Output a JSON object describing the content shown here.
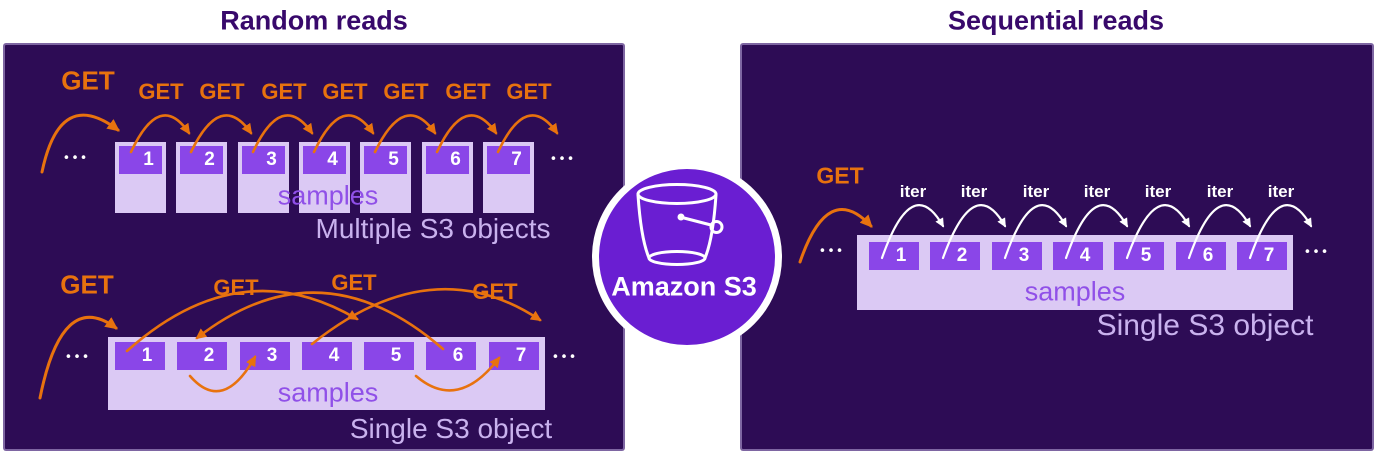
{
  "titles": {
    "left": "Random reads",
    "right": "Sequential reads"
  },
  "center": {
    "label": "Amazon S3"
  },
  "colors": {
    "panel_bg": "#2D0C55",
    "box_purple": "#8A46E8",
    "tray_lavender": "#DBC9F4",
    "circle_purple": "#6A1ED2",
    "orange": "#E8720E",
    "title_text": "#38096B",
    "samples_text": "#9050E8",
    "caption_text": "#C9B2EE",
    "white": "#FFFFFF"
  },
  "left_panel": {
    "top": {
      "get_large": "GET",
      "gets": [
        "GET",
        "GET",
        "GET",
        "GET",
        "GET",
        "GET",
        "GET"
      ],
      "boxes": [
        "1",
        "2",
        "3",
        "4",
        "5",
        "6",
        "7"
      ],
      "samples": "samples",
      "caption": "Multiple S3 objects",
      "dots": [
        "•••",
        "•••"
      ]
    },
    "bottom": {
      "get_large": "GET",
      "gets": [
        "GET",
        "GET",
        "GET"
      ],
      "boxes": [
        "1",
        "2",
        "3",
        "4",
        "5",
        "6",
        "7"
      ],
      "samples": "samples",
      "caption": "Single S3 object",
      "dots": [
        "•••",
        "•••"
      ]
    }
  },
  "right_panel": {
    "get": "GET",
    "iters": [
      "iter",
      "iter",
      "iter",
      "iter",
      "iter",
      "iter",
      "iter"
    ],
    "boxes": [
      "1",
      "2",
      "3",
      "4",
      "5",
      "6",
      "7"
    ],
    "samples": "samples",
    "caption": "Single S3 object",
    "dots": [
      "•••",
      "•••"
    ]
  }
}
